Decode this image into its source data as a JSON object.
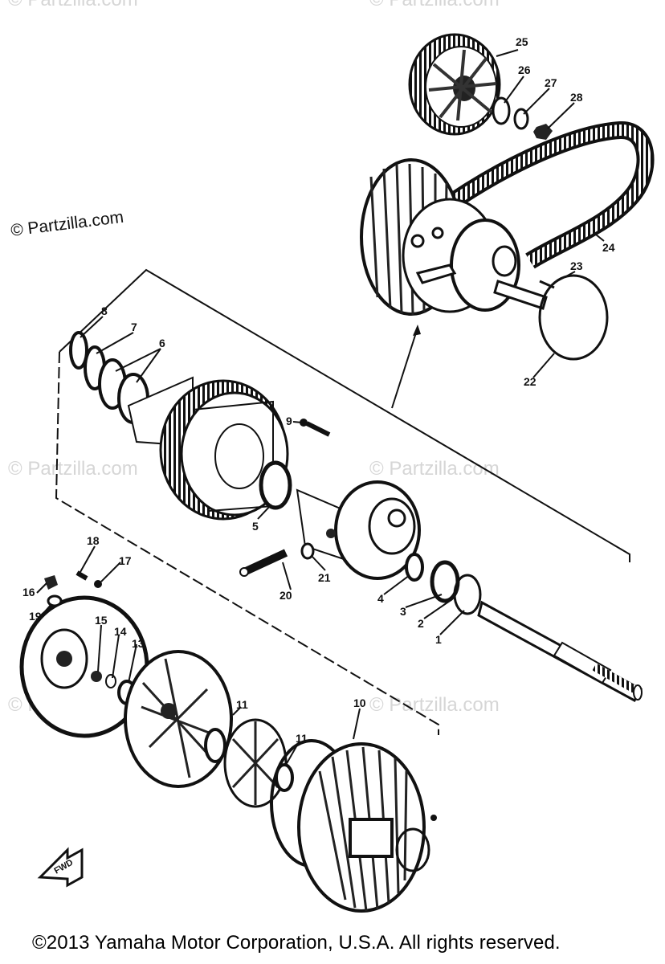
{
  "watermarks": [
    "© Partzilla.com",
    "© Partzilla.com",
    "© Partzilla.com",
    "© Partzilla.com",
    "© Partzilla.com",
    "© Partzilla.com"
  ],
  "brand_watermark": "© Partzilla.com",
  "copyright": "©2013 Yamaha Motor Corporation, U.S.A. All rights reserved.",
  "front_arrow_label": "FWD",
  "callouts": {
    "c1": "1",
    "c2": "2",
    "c3": "3",
    "c4": "4",
    "c5": "5",
    "c6": "6",
    "c7": "7",
    "c8": "8",
    "c9": "9",
    "c10": "10",
    "c11a": "11",
    "c11b": "11",
    "c13": "13",
    "c14": "14",
    "c15": "15",
    "c16": "16",
    "c17": "17",
    "c18": "18",
    "c19": "19",
    "c20": "20",
    "c21": "21",
    "c22": "22",
    "c23": "23",
    "c24": "24",
    "c25": "25",
    "c26": "26",
    "c27": "27",
    "c28": "28"
  }
}
